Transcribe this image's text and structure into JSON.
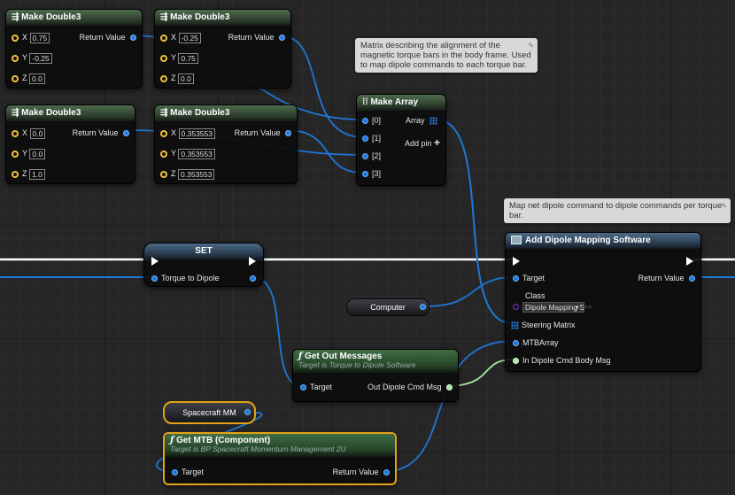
{
  "nodes": {
    "md1": {
      "title": "Make Double3",
      "x": "0.75",
      "y": "-0.25",
      "z": "0.0",
      "ret": "Return Value"
    },
    "md2": {
      "title": "Make Double3",
      "x": "-0.25",
      "y": "0.75",
      "z": "0.0",
      "ret": "Return Value"
    },
    "md3": {
      "title": "Make Double3",
      "x": "0.0",
      "y": "0.0",
      "z": "1.0",
      "ret": "Return Value"
    },
    "md4": {
      "title": "Make Double3",
      "x": "0.353553",
      "y": "0.353553",
      "z": "0.353553",
      "ret": "Return Value"
    },
    "pin_labels": {
      "x": "X",
      "y": "Y",
      "z": "Z"
    },
    "make_array": {
      "title": "Make Array",
      "in0": "[0]",
      "in1": "[1]",
      "in2": "[2]",
      "in3": "[3]",
      "out": "Array",
      "add_pin": "Add pin"
    },
    "set": {
      "title": "SET",
      "var": "Torque to Dipole"
    },
    "add_dipole": {
      "title": "Add Dipole Mapping Software",
      "target": "Target",
      "class": "Class",
      "class_value": "Dipole Mapping S",
      "steering": "Steering Matrix",
      "mtb": "MTBArray",
      "in_msg": "In Dipole Cmd Body Msg",
      "ret": "Return Value"
    },
    "computer": {
      "label": "Computer"
    },
    "get_out": {
      "title": "Get Out Messages",
      "subtitle": "Target is Torque to Dipole Software",
      "target": "Target",
      "out": "Out Dipole Cmd Msg"
    },
    "spacecraft": {
      "label": "Spacecraft MM"
    },
    "get_mtb": {
      "title": "Get MTB (Component)",
      "subtitle": "Target is BP Spacecraft Momentum Management 2U",
      "target": "Target",
      "ret": "Return Value"
    }
  },
  "comments": {
    "c1": "Matrix describing the alignment of the magnetic torque bars in the body frame. Used to map dipole commands to each torque bar.",
    "c2": "Map net dipole command to dipole commands per torque bar."
  },
  "icons": {
    "func": "function-icon",
    "array": "grid-icon",
    "node": "node-header-icon"
  },
  "colors": {
    "vector": "#f3c23a",
    "object": "#1e78d7",
    "struct": "#a8e8a4",
    "class": "#8a2fd6",
    "selection": "#e5a216"
  }
}
